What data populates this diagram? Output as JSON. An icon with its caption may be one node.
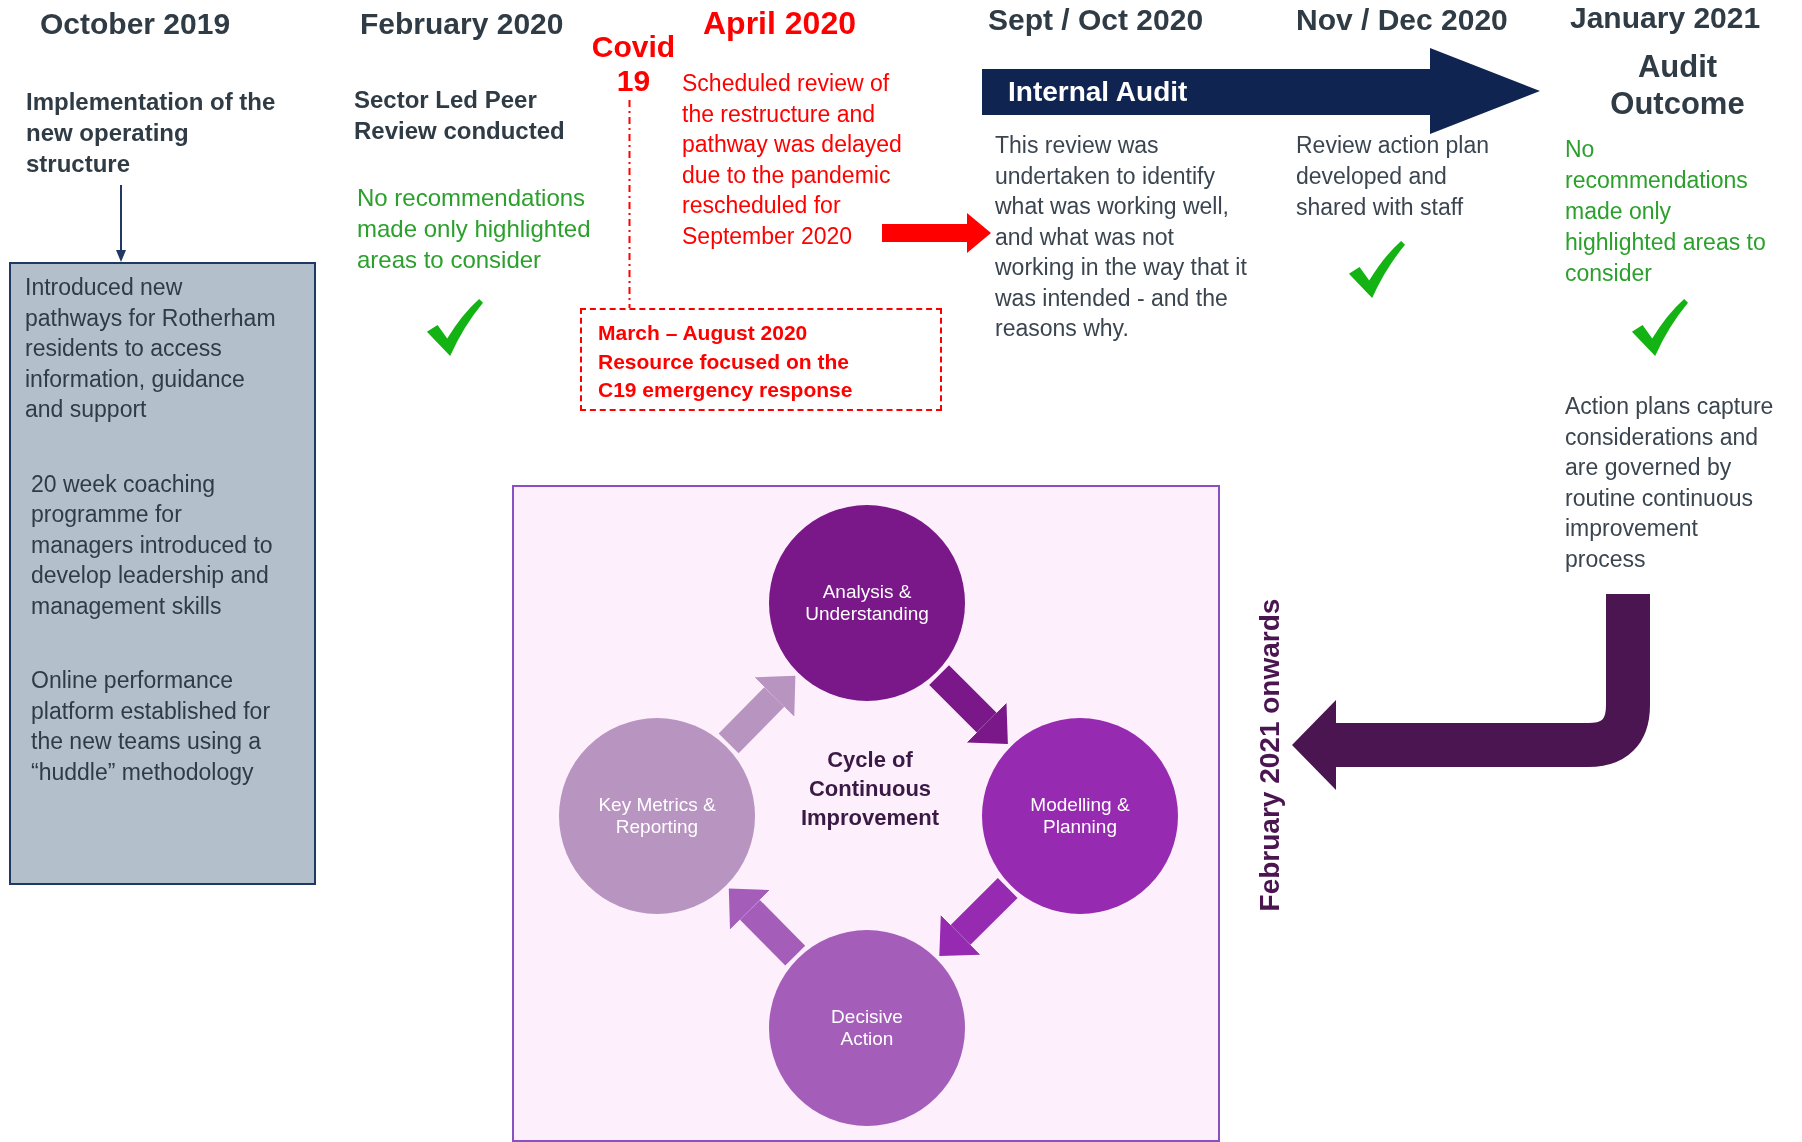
{
  "diagram": {
    "nodes": [
      {
        "text": [
          "Implementation of the new operating structure"
        ]
      },
      {
        "text": [
          "Introduced new pathways for Rotherham residents to access information, guidance and support",
          "20 week coaching programme for managers introduced to develop leadership and management skills",
          "Online performance platform established for the new teams using a “huddle” methodology"
        ]
      },
      {
        "text": [
          "Covid 19"
        ]
      },
      {
        "text": [
          "March – August 2020 Resource focused on the C19 emergency response"
        ]
      },
      {
        "text": [
          "Scheduled review of the restructure and pathway was delayed due to the pandemic rescheduled for September 2020"
        ]
      },
      {
        "text": [
          "This review was undertaken to identify what was working well, and what was not working in the way that it was intended - and the reasons why."
        ]
      },
      {
        "text": [
          "Internal Audit"
        ]
      },
      {
        "text": [
          "Action plans capture considerations and are governed by routine continuous improvement process"
        ]
      },
      {
        "text": [
          "February 2021 onwards"
        ]
      },
      {
        "text": [],
        "shape": "box"
      },
      {
        "text": [
          "Analysis & Understanding"
        ],
        "in": 9
      },
      {
        "text": [
          "Modelling & Planning"
        ],
        "in": 9
      },
      {
        "text": [
          "Decisive Action"
        ],
        "in": 9
      },
      {
        "text": [
          "Key Metrics & Reporting"
        ],
        "in": 9
      }
    ],
    "edges": [
      {
        "from": 0,
        "to": 1,
        "arrow": "to",
        "color": "#1f3864"
      },
      {
        "from": 2,
        "to": 3,
        "arrow": "none",
        "style": "dashed",
        "color": "#ff0000"
      },
      {
        "from": 4,
        "to": 5,
        "arrow": "to",
        "color": "#ff0000"
      },
      {
        "from": 7,
        "to": 8,
        "arrow": "to",
        "color": "#4a1550"
      },
      {
        "from": 10,
        "to": 11,
        "arrow": "to",
        "color": "#7a1789"
      },
      {
        "from": 11,
        "to": 12,
        "arrow": "to",
        "color": "#962ab0"
      },
      {
        "from": 12,
        "to": 13,
        "arrow": "to",
        "color": "#a55dba"
      },
      {
        "from": 13,
        "to": 10,
        "arrow": "to",
        "color": "#b894c0"
      }
    ],
    "labels": [
      "October 2019",
      "February 2020",
      "April 2020",
      "Sept / Oct 2020",
      "Nov / Dec 2020",
      "January 2021",
      "Audit Outcome",
      "Sector Led Peer Review conducted",
      "No recommendations made only highlighted areas to consider",
      "Review action plan developed and shared with staff",
      "No recommendations made only highlighted areas to consider",
      "Cycle of Continuous Improvement"
    ]
  }
}
